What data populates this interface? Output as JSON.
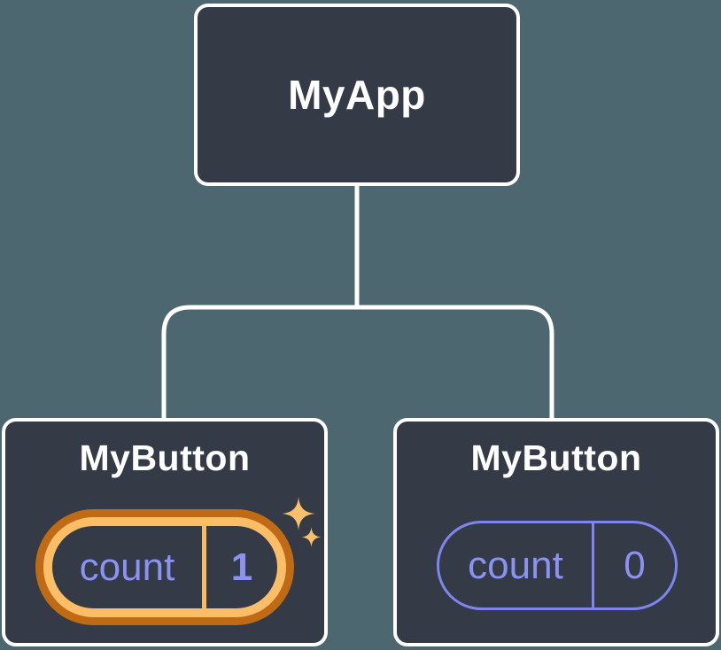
{
  "canvas": {
    "background": "#4c6770",
    "description": "React component tree diagram showing isolated state"
  },
  "palette": {
    "node_fill": "#343a46",
    "node_border": "#ffffff",
    "connector": "#ffffff",
    "pill_text": "#8a92f2",
    "pill_border_lavender": "#7c86ee",
    "highlight_outer_orange": "#bf6a15",
    "highlight_inner_gold": "#fbbd66",
    "highlight_divider_gold": "#f7bb62",
    "sparkle": "#f9c06c"
  },
  "tree": {
    "root": {
      "label": "MyApp"
    },
    "children": [
      {
        "label": "MyButton",
        "state_name": "count",
        "state_value": "1",
        "highlighted": true
      },
      {
        "label": "MyButton",
        "state_name": "count",
        "state_value": "0",
        "highlighted": false
      }
    ]
  },
  "icons": {
    "sparkle_big": "four-point-sparkle",
    "sparkle_small": "four-point-sparkle"
  }
}
